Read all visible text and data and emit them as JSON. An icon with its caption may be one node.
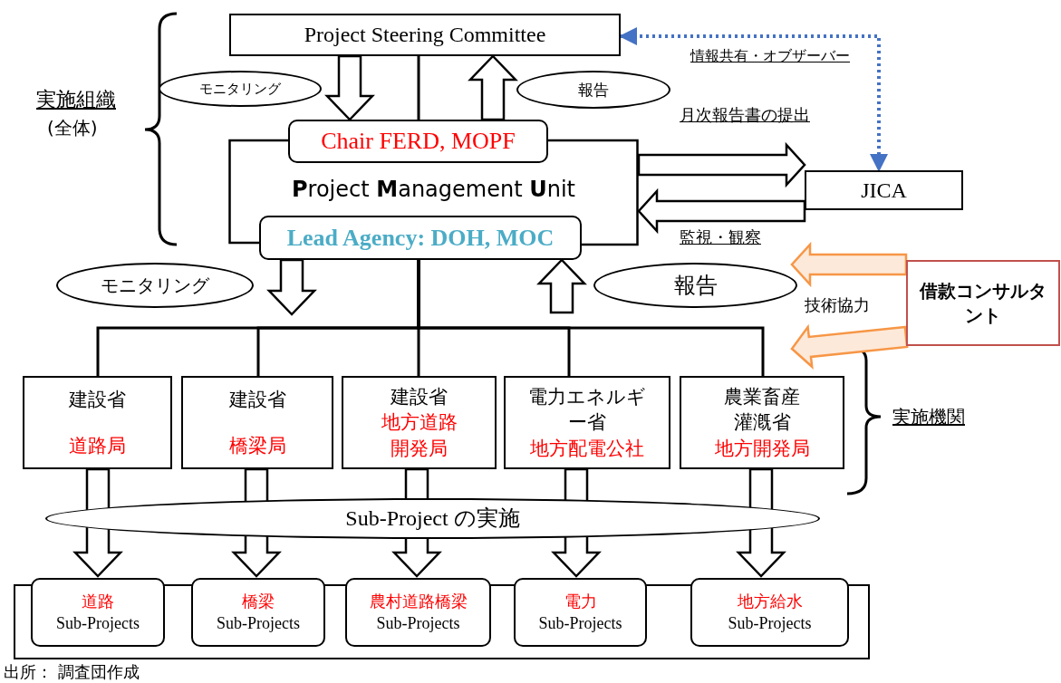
{
  "diagram": {
    "caption": "出所： 調査団作成",
    "nodes": [
      {
        "text": [
          "Project Steering Committee"
        ]
      },
      {
        "text": [
          "モニタリング"
        ]
      },
      {
        "text": [
          "報告"
        ]
      },
      {
        "text": [
          "**P**roject **M**anagement **U**nit"
        ]
      },
      {
        "text": [
          "Chair FERD, MOPF"
        ],
        "in": 3
      },
      {
        "text": [
          "Lead Agency: DOH, MOC"
        ],
        "in": 3
      },
      {
        "text": [
          "JICA"
        ]
      },
      {
        "text": [
          "モニタリング"
        ]
      },
      {
        "text": [
          "報告"
        ]
      },
      {
        "text": [
          "借款コンサルタント"
        ]
      },
      {
        "text": [
          "建設省",
          "道路局"
        ]
      },
      {
        "text": [
          "建設省",
          "橋梁局"
        ]
      },
      {
        "text": [
          "建設省",
          "地方道路開発局"
        ]
      },
      {
        "text": [
          "電力エネルギー省",
          "地方配電公社"
        ]
      },
      {
        "text": [
          "農業畜産灌漑省",
          "地方開発局"
        ]
      },
      {
        "text": [
          "Sub-Project の実施"
        ]
      },
      {
        "text": [],
        "shape": "box"
      },
      {
        "text": [
          "道路",
          "Sub-Projects"
        ],
        "in": 16
      },
      {
        "text": [
          "橋梁",
          "Sub-Projects"
        ],
        "in": 16
      },
      {
        "text": [
          "農村道路橋梁",
          "Sub-Projects"
        ],
        "in": 16
      },
      {
        "text": [
          "電力",
          "Sub-Projects"
        ],
        "in": 16
      },
      {
        "text": [
          "地方給水",
          "Sub-Projects"
        ],
        "in": 16
      }
    ],
    "edges": [
      {
        "from": 0,
        "to": 6,
        "arrow": "both",
        "style": "dashed",
        "color": "#4472c4",
        "label": "情報共有・オブザーバー"
      },
      {
        "from": 0,
        "to": 4,
        "arrow": "none"
      },
      {
        "from": 0,
        "to": 4,
        "arrow": "to",
        "style": "thick"
      },
      {
        "from": 4,
        "to": 0,
        "arrow": "to",
        "style": "thick"
      },
      {
        "from": 3,
        "to": 6,
        "arrow": "to",
        "style": "thick",
        "label": "月次報告書の提出"
      },
      {
        "from": 6,
        "to": 3,
        "arrow": "to",
        "style": "thick",
        "label": "監視・観察"
      },
      {
        "from": 5,
        "to": null,
        "arrow": "to",
        "style": "thick"
      },
      {
        "from": null,
        "to": 5,
        "arrow": "to",
        "style": "thick"
      },
      {
        "from": 5,
        "to": 10,
        "arrow": "none"
      },
      {
        "from": 5,
        "to": 11,
        "arrow": "none"
      },
      {
        "from": 5,
        "to": 12,
        "arrow": "none"
      },
      {
        "from": 5,
        "to": 13,
        "arrow": "none"
      },
      {
        "from": 5,
        "to": 14,
        "arrow": "none"
      },
      {
        "from": 9,
        "to": null,
        "arrow": "to",
        "style": "thick",
        "color": "#f79646"
      },
      {
        "from": 9,
        "to": null,
        "arrow": "to",
        "style": "thick",
        "color": "#f79646"
      },
      {
        "from": 10,
        "to": 17,
        "arrow": "to",
        "style": "thick"
      },
      {
        "from": 11,
        "to": 18,
        "arrow": "to",
        "style": "thick"
      },
      {
        "from": 12,
        "to": 19,
        "arrow": "to",
        "style": "thick"
      },
      {
        "from": 13,
        "to": 20,
        "arrow": "to",
        "style": "thick"
      },
      {
        "from": 14,
        "to": 21,
        "arrow": "to",
        "style": "thick"
      }
    ],
    "labels": [
      "実施組織",
      "(全体)",
      "技術協力",
      "実施機関"
    ]
  }
}
